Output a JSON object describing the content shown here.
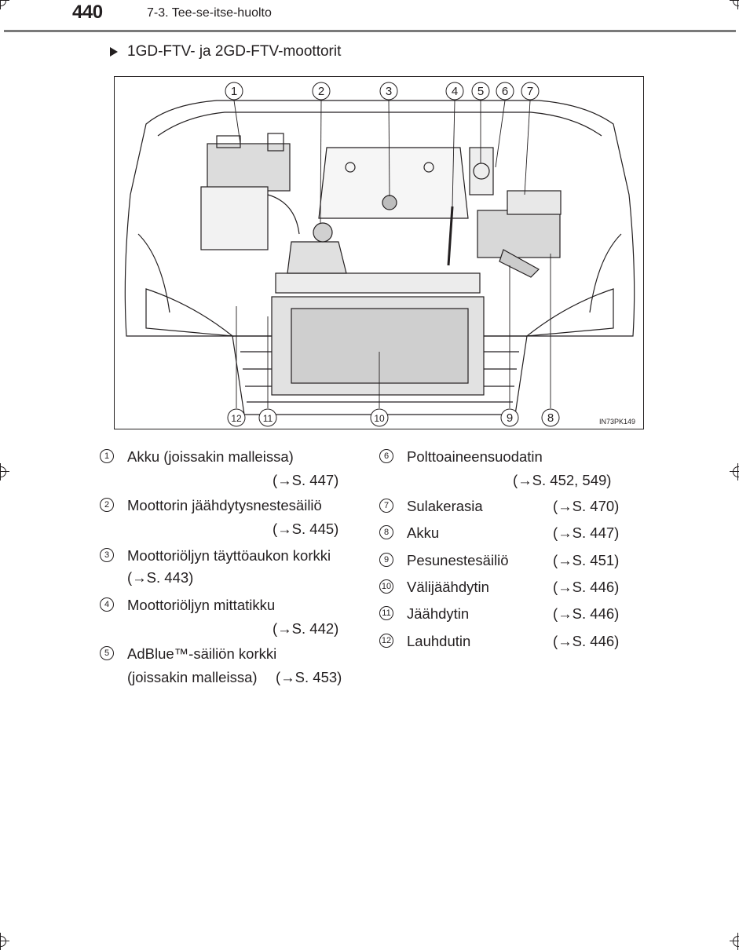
{
  "header": {
    "page_number": "440",
    "section": "7-3. Tee-se-itse-huolto"
  },
  "subheading": "1GD-FTV- ja 2GD-FTV-moottorit",
  "figure": {
    "code": "IN73PK149",
    "callouts": [
      "1",
      "2",
      "3",
      "4",
      "5",
      "6",
      "7",
      "8",
      "9",
      "10",
      "11",
      "12"
    ]
  },
  "legend": {
    "left": [
      {
        "num": "1",
        "label": "Akku (joissakin malleissa)",
        "ref": "(→S. 447)"
      },
      {
        "num": "2",
        "label": "Moottorin jäähdytysnestesäiliö",
        "ref": "(→S. 445)"
      },
      {
        "num": "3",
        "label": "Moottoriöljyn täyttöaukon korkki",
        "ref": "(→S. 443)"
      },
      {
        "num": "4",
        "label": "Moottoriöljyn mittatikku",
        "ref": "(→S. 442)"
      },
      {
        "num": "5",
        "label": "AdBlue™-säiliön korkki",
        "label2": "(joissakin malleissa)",
        "ref": "(→S. 453)"
      }
    ],
    "right": [
      {
        "num": "6",
        "label": "Polttoaineensuodatin",
        "ref": "(→S. 452, 549)"
      },
      {
        "num": "7",
        "label": "Sulakerasia",
        "ref": "(→S. 470)"
      },
      {
        "num": "8",
        "label": "Akku",
        "ref": "(→S. 447)"
      },
      {
        "num": "9",
        "label": "Pesunestesäiliö",
        "ref": "(→S. 451)"
      },
      {
        "num": "10",
        "label": "Välijäähdytin",
        "ref": "(→S. 446)"
      },
      {
        "num": "11",
        "label": "Jäähdytin",
        "ref": "(→S. 446)"
      },
      {
        "num": "12",
        "label": "Lauhdutin",
        "ref": "(→S. 446)"
      }
    ]
  }
}
